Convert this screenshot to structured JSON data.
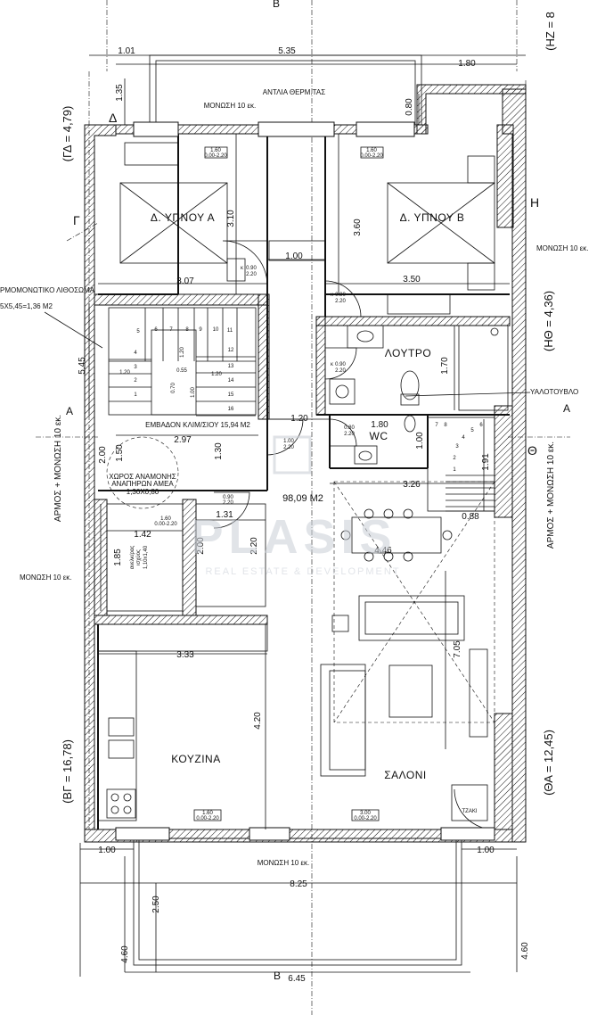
{
  "rooms": {
    "bedroom_a": "Δ. ΥΠΝΟΥ Α",
    "bedroom_b": "Δ. ΥΠΝΟΥ Β",
    "bathroom": "ΛΟΥΤΡΟ",
    "wc": "WC",
    "kitchen": "ΚΟΥΖΙΝΑ",
    "living": "ΣΑΛΟΝΙ",
    "heat_pump": "ΑΝΤΛΙΑ ΘΕΡΜ.ΤΑΣ",
    "stair_area": "ΕΜΒΑΔΟΝ ΚΛΙΜ/ΣΙΟΥ 15,94 Μ2",
    "refuge_line1": "ΧΩΡΟΣ ΑΝΑΜΟΝΗΣ",
    "refuge_line2": "ΑΝΑΠΗΡΩΝ ΑΜΕΑ",
    "refuge_line3": "1,30Χ0,80",
    "total_area": "98,09 Μ2",
    "glass_block": "ΥΑΛΟΤΟΥΒΛΟ",
    "tzaki": "ΤΖΑΚΙ",
    "stone_wall_line1": "ΡΜΟΜΟΝΩΤΙΚΟ ΛΙΘΟΣΩΜΑ",
    "stone_wall_line2": "5Χ5,45=1,36 Μ2",
    "lift_line1": "ανελκ/ρας",
    "lift_line2": "ισχύος",
    "lift_line3": "1,10x1,40"
  },
  "insulation": {
    "top": "ΜΟΝΩΣΗ 10 εκ.",
    "right": "ΜΟΝΩΣΗ 10 εκ.",
    "left": "ΜΟΝΩΣΗ 10 εκ.",
    "bottom": "ΜΟΝΩΣΗ 10 εκ.",
    "left_vertical": "ΑΡΜΟΣ + ΜΟΝΩΣΗ 10 εκ.",
    "right_vertical": "ΑΡΜΟΣ + ΜΟΝΩΣΗ 10 εκ."
  },
  "side_labels": {
    "top_right": "(ΗΖ = 8",
    "left_top": "(ΓΔ = 4,79)",
    "left_bottom": "(ΒΓ = 16,78)",
    "right_mid": "(ΗΘ = 4,36)",
    "right_bottom": "(ΘΑ = 12,45)",
    "letter_gamma": "Γ",
    "letter_delta": "Δ",
    "letter_eta": "Η",
    "letter_theta": "Θ",
    "letter_a_left": "Α",
    "letter_a_right": "Α",
    "letter_b_top": "Β",
    "letter_b_bottom": "Β"
  },
  "dimensions": {
    "d1_01": "1.01",
    "d5_35": "5.35",
    "d1_80": "1.80",
    "d1_35": "1.35",
    "d0_80": "0.80",
    "d3_10": "3.10",
    "d3_60": "3.60",
    "d1_00": "1.00",
    "d3_07": "3.07",
    "d3_50": "3.50",
    "d1_70": "1.70",
    "d5_45": "5.45",
    "d1_20a": "1.20",
    "d0_55": "0.55",
    "d1_20b": "1.20",
    "d2_97": "2.97",
    "d1_20c": "1.20",
    "d1_80b": "1.80",
    "d1_00b": "1.00",
    "d2_00a": "2.00",
    "d1_50": "1.50",
    "d1_30": "1.30",
    "d3_26": "3.26",
    "d1_91": "1.91",
    "d0_88": "0.88",
    "d1_42": "1.42",
    "d1_31": "1.31",
    "d1_85": "1.85",
    "d2_00b": "2.00",
    "d2_20": "2.20",
    "d4_46": "4.46",
    "d3_33": "3.33",
    "d4_20": "4.20",
    "d7_05": "7.05",
    "d1_00c": "1.00",
    "d1_00d": "1.00",
    "d8_25": "8.25",
    "d2_50": "2.50",
    "d4_60a": "4.60",
    "d4_60b": "4.60",
    "d6_45": "6.45"
  },
  "door_tags": {
    "door_a": "0.90",
    "door_a2": "2.20",
    "door_b": "0.90",
    "door_b2": "2.20",
    "door_c": "0.90",
    "door_c2": "2.20",
    "door_wc": "0.80",
    "door_wc2": "2.20",
    "door_main": "1.00",
    "door_main2": "2.20",
    "door_lift": "0.90",
    "door_lift2": "2.20",
    "win_a": "1.60",
    "win_a2": "0.00-2.20",
    "win_b": "1.60",
    "win_b2": "0.00-2.20",
    "win_k": "1.60",
    "win_k2": "0.00-2.20",
    "win_s": "3.00",
    "win_s2": "0.00-2.20",
    "win_top": "1.60",
    "win_top2": "0.00-2.20",
    "step_lbl": "0.70",
    "step_lbl2": "1.20",
    "step_lbl3": "1.00",
    "step_lbl4": "1.20",
    "k": "κ"
  },
  "stair_numbers": [
    "1",
    "2",
    "3",
    "4",
    "5",
    "6",
    "7",
    "8",
    "9",
    "10",
    "11",
    "12",
    "13",
    "14",
    "15",
    "16"
  ],
  "small_stair": [
    "1",
    "2",
    "3",
    "4",
    "5",
    "6",
    "7",
    "8"
  ],
  "watermark": {
    "name": "PLASIS",
    "tagline": "REAL ESTATE & DEVELOPMENT"
  }
}
